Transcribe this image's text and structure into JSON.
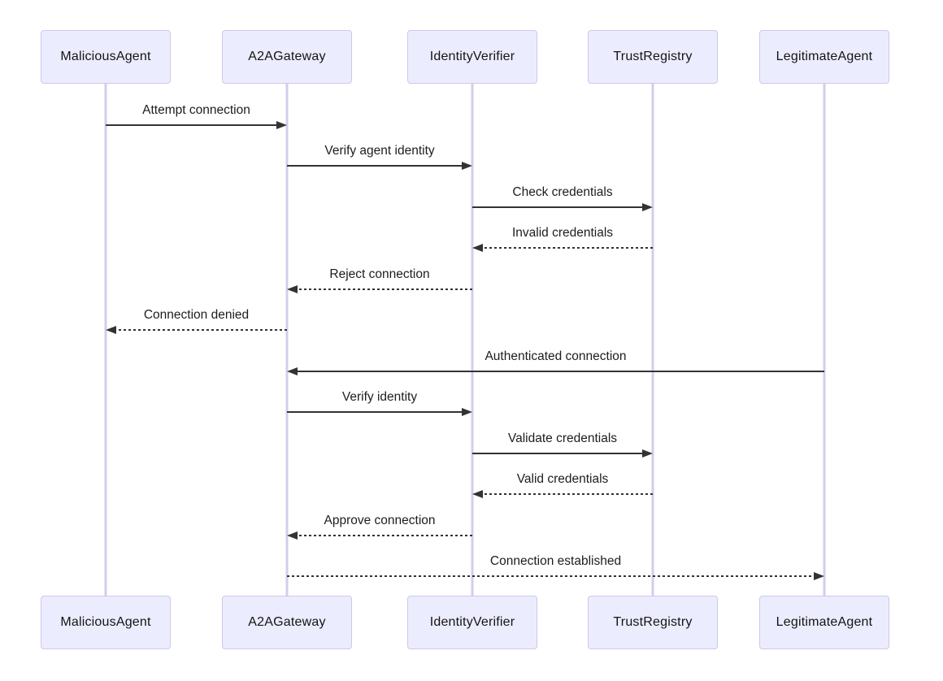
{
  "diagram": {
    "type": "sequence",
    "background": "#ffffff",
    "colors": {
      "actor_fill": "#ECECFF",
      "actor_border": "#CFC7EA",
      "lifeline": "#D4CCEC",
      "arrow": "#333333",
      "text": "#1d1d1d"
    },
    "actors": [
      {
        "label": "MaliciousAgent"
      },
      {
        "label": "A2AGateway"
      },
      {
        "label": "IdentityVerifier"
      },
      {
        "label": "TrustRegistry"
      },
      {
        "label": "LegitimateAgent"
      }
    ],
    "messages": [
      {
        "from": 0,
        "to": 1,
        "label": "Attempt connection",
        "line": "solid"
      },
      {
        "from": 1,
        "to": 2,
        "label": "Verify agent identity",
        "line": "solid"
      },
      {
        "from": 2,
        "to": 3,
        "label": "Check credentials",
        "line": "solid"
      },
      {
        "from": 3,
        "to": 2,
        "label": "Invalid credentials",
        "line": "dashed"
      },
      {
        "from": 2,
        "to": 1,
        "label": "Reject connection",
        "line": "dashed"
      },
      {
        "from": 1,
        "to": 0,
        "label": "Connection denied",
        "line": "dashed"
      },
      {
        "from": 4,
        "to": 1,
        "label": "Authenticated connection",
        "line": "solid"
      },
      {
        "from": 1,
        "to": 2,
        "label": "Verify identity",
        "line": "solid"
      },
      {
        "from": 2,
        "to": 3,
        "label": "Validate credentials",
        "line": "solid"
      },
      {
        "from": 3,
        "to": 2,
        "label": "Valid credentials",
        "line": "dashed"
      },
      {
        "from": 2,
        "to": 1,
        "label": "Approve connection",
        "line": "dashed"
      },
      {
        "from": 1,
        "to": 4,
        "label": "Connection established",
        "line": "dashed"
      }
    ]
  }
}
